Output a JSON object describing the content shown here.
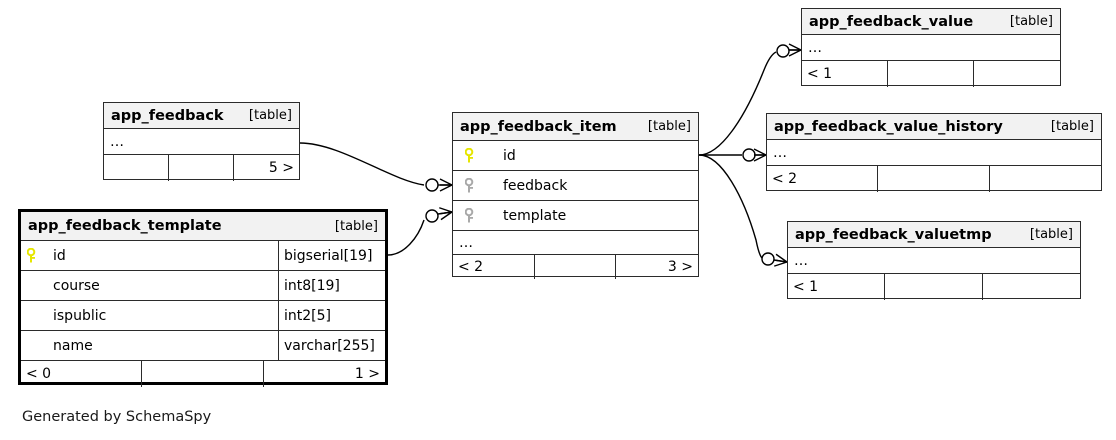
{
  "diagram": {
    "caption": "Generated by SchemaSpy",
    "kind_label": "[table]",
    "ellipsis": "…",
    "colors": {
      "primary_key": "#e6e600",
      "foreign_key": "#a9a9a9",
      "header_bg": "#f2f2f2",
      "border": "#2b2b2b",
      "background": "#ffffff"
    }
  },
  "tables": {
    "app_feedback": {
      "name": "app_feedback",
      "kind": "[table]",
      "ellipsis": "…",
      "footer": {
        "left": "",
        "middle": "",
        "right": "5 >"
      }
    },
    "app_feedback_template": {
      "name": "app_feedback_template",
      "kind": "[table]",
      "columns": [
        {
          "key": "primary",
          "name": "id",
          "type": "bigserial[19]"
        },
        {
          "key": "none",
          "name": "course",
          "type": "int8[19]"
        },
        {
          "key": "none",
          "name": "ispublic",
          "type": "int2[5]"
        },
        {
          "key": "none",
          "name": "name",
          "type": "varchar[255]"
        }
      ],
      "footer": {
        "left": "< 0",
        "middle": "",
        "right": "1 >"
      }
    },
    "app_feedback_item": {
      "name": "app_feedback_item",
      "kind": "[table]",
      "columns": [
        {
          "key": "primary",
          "name": "id"
        },
        {
          "key": "foreign",
          "name": "feedback"
        },
        {
          "key": "foreign",
          "name": "template"
        }
      ],
      "ellipsis": "…",
      "footer": {
        "left": "< 2",
        "middle": "",
        "right": "3 >"
      }
    },
    "app_feedback_value": {
      "name": "app_feedback_value",
      "kind": "[table]",
      "ellipsis": "…",
      "footer": {
        "left": "< 1",
        "middle": "",
        "right": ""
      }
    },
    "app_feedback_value_history": {
      "name": "app_feedback_value_history",
      "kind": "[table]",
      "ellipsis": "…",
      "footer": {
        "left": "< 2",
        "middle": "",
        "right": ""
      }
    },
    "app_feedback_valuetmp": {
      "name": "app_feedback_valuetmp",
      "kind": "[table]",
      "ellipsis": "…",
      "footer": {
        "left": "< 1",
        "middle": "",
        "right": ""
      }
    }
  }
}
